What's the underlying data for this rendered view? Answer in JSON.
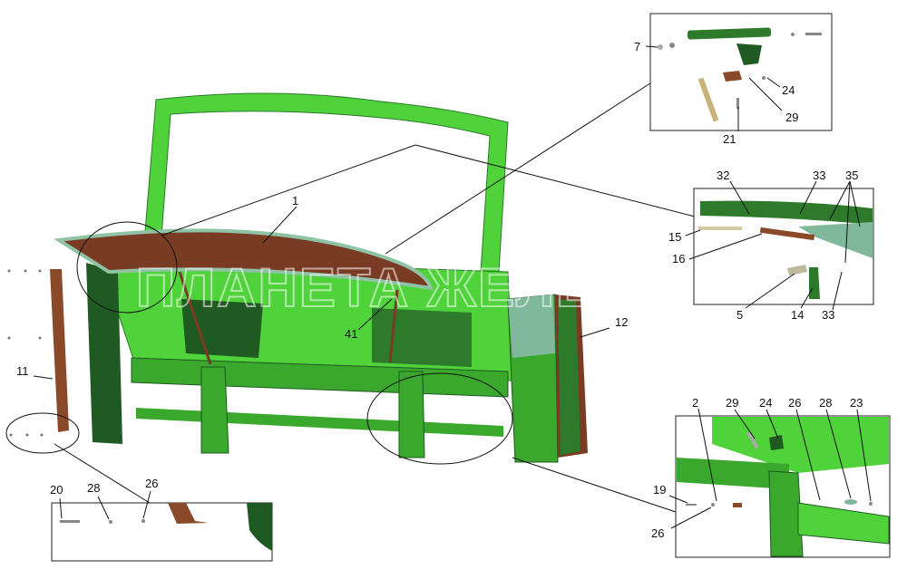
{
  "colors": {
    "body_green": "#4fd23a",
    "dark_green": "#1f5a22",
    "mid_green": "#39a82c",
    "shadow_green": "#2c7a2a",
    "hood_brown": "#7a3b24",
    "hood_edge": "#8fc3a6",
    "pad_brown": "#8a4a2a",
    "inset_border": "#222222"
  },
  "watermark": "ПЛАНЕТА ЖЕЛЕЗЯКА",
  "callouts": {
    "main_1": "1",
    "main_41": "41",
    "main_11": "11",
    "main_12": "12",
    "top_7": "7",
    "top_24": "24",
    "top_29": "29",
    "top_21": "21",
    "mid_32": "32",
    "mid_33a": "33",
    "mid_35": "35",
    "mid_15": "15",
    "mid_16": "16",
    "mid_5": "5",
    "mid_14": "14",
    "mid_33b": "33",
    "bl_20": "20",
    "bl_28": "28",
    "bl_26": "26",
    "br_2": "2",
    "br_29": "29",
    "br_24": "24",
    "br_26a": "26",
    "br_28": "28",
    "br_23": "23",
    "br_19": "19",
    "br_26b": "26"
  }
}
